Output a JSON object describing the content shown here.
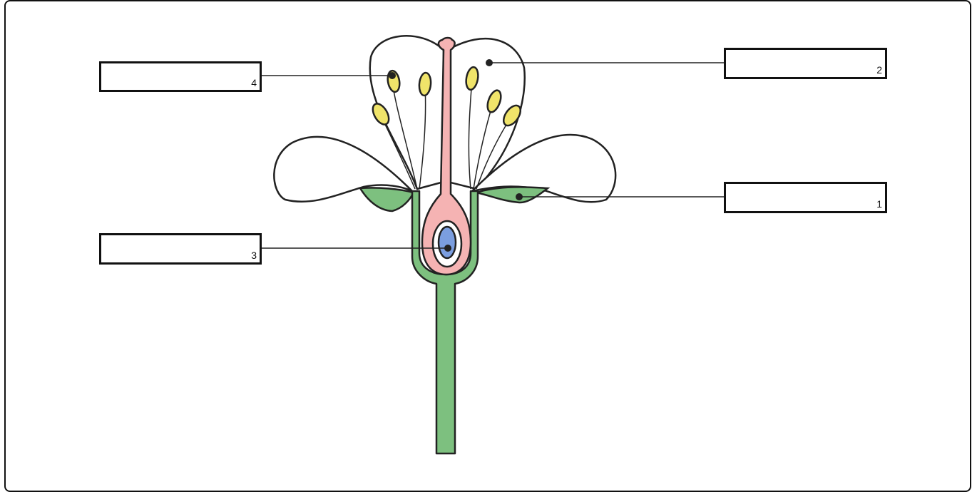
{
  "diagram": {
    "colors": {
      "stem": "#7dc07f",
      "pistil": "#f5b3b3",
      "ovule": "#7b9ee0",
      "anther": "#f0e46a",
      "outline": "#222222"
    },
    "labels": [
      {
        "id": "1",
        "number": "1"
      },
      {
        "id": "2",
        "number": "2"
      },
      {
        "id": "3",
        "number": "3"
      },
      {
        "id": "4",
        "number": "4"
      }
    ]
  }
}
